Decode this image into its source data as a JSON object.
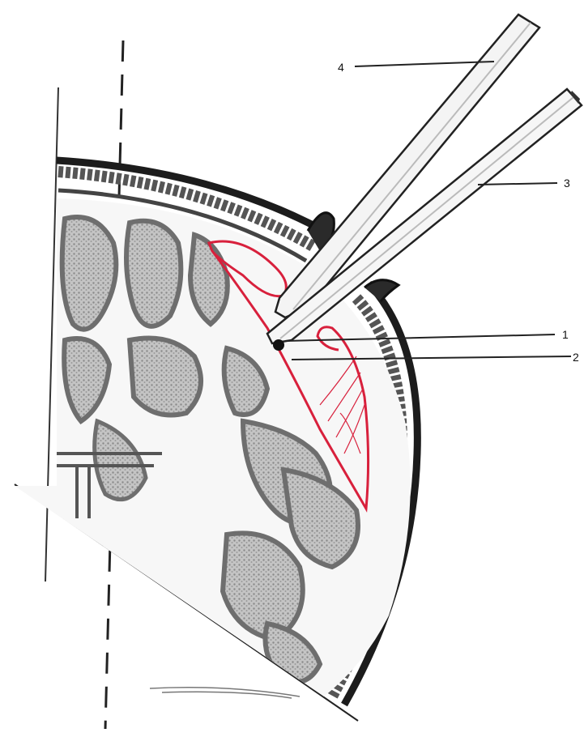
{
  "figure": {
    "labels": [
      {
        "id": "label-1",
        "text": "1"
      },
      {
        "id": "label-2",
        "text": "2"
      },
      {
        "id": "label-3",
        "text": "3"
      },
      {
        "id": "label-4",
        "text": "4"
      }
    ]
  },
  "colors": {
    "ink": "#1a1a1a",
    "bone": "#3a3a3a",
    "gyri": "#8c8c8c",
    "gyri_fill": "#b5b5b5",
    "red_outline": "#d8203c",
    "instrument": "#f4f4f4"
  }
}
